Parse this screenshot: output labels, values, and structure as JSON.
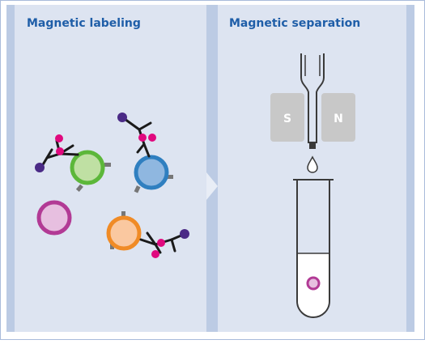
{
  "panels": {
    "labeling": {
      "title": "Magnetic labeling"
    },
    "separation": {
      "title": "Magnetic separation"
    }
  },
  "magnet": {
    "left_pole": "S",
    "right_pole": "N"
  },
  "colors": {
    "background": "#dde4f1",
    "strip": "#bccbe4",
    "frame": "#a9bbdb",
    "title": "#1f5ea8",
    "bead": "#e0097e",
    "label_dot": "#4a2a86",
    "antibody": "#1a1a1a",
    "receptor": "#777777",
    "magnet": "#c8c8c8",
    "cell_green": "#5cb73a",
    "cell_green_fill": "#bfe0a3",
    "cell_blue": "#2f7fc0",
    "cell_blue_fill": "#8fb7e0",
    "cell_magenta": "#b23a95",
    "cell_magenta_fill": "#e7bfe0",
    "cell_orange": "#f08b26",
    "cell_orange_fill": "#fac8a0"
  }
}
